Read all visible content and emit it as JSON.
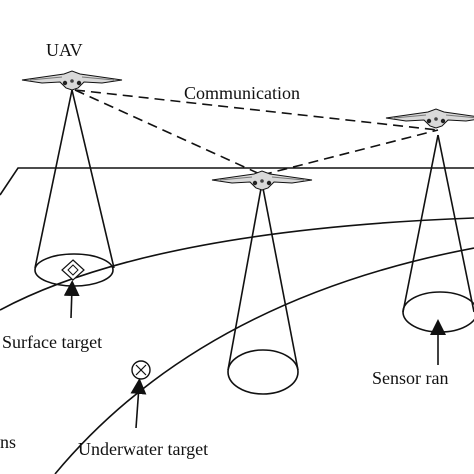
{
  "labels": {
    "uav": "UAV",
    "communication": "Communication",
    "surface_target": "Surface target",
    "sensor_range": "Sensor ran",
    "underwater_target": "Underwater target",
    "partial_left": "ns"
  },
  "colors": {
    "ink": "#111111",
    "uav_fill": "#d9d9d9",
    "background": "#ffffff"
  },
  "icons": {
    "uav": "flying-wing-drone-icon",
    "surface_target": "diamond-in-ellipse-icon",
    "underwater_target": "circled-x-icon"
  }
}
